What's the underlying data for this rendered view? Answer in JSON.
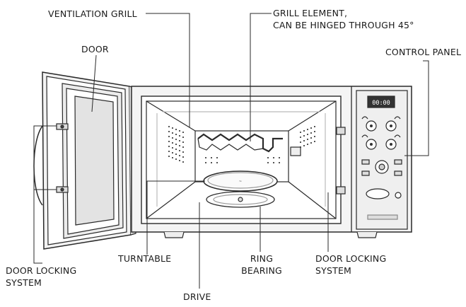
{
  "labels": {
    "ventilation_grill": "VENTILATION GRILL",
    "grill_element_line1": "GRILL ELEMENT,",
    "grill_element_line2": "CAN BE HINGED THROUGH 45°",
    "door": "DOOR",
    "control_panel": "CONTROL PANEL",
    "turntable": "TURNTABLE",
    "ring_bearing_line1": "RING",
    "ring_bearing_line2": "BEARING",
    "door_locking_right_line1": "DOOR LOCKING",
    "door_locking_right_line2": "SYSTEM",
    "door_locking_left_line1": "DOOR LOCKING",
    "door_locking_left_line2": "SYSTEM",
    "drive": "DRIVE"
  },
  "panel": {
    "display": "00:00"
  },
  "colors": {
    "line": "#2a2a2a",
    "shade": "#d9d9d9",
    "body": "#f2f2f2",
    "cavity": "#ffffff"
  }
}
